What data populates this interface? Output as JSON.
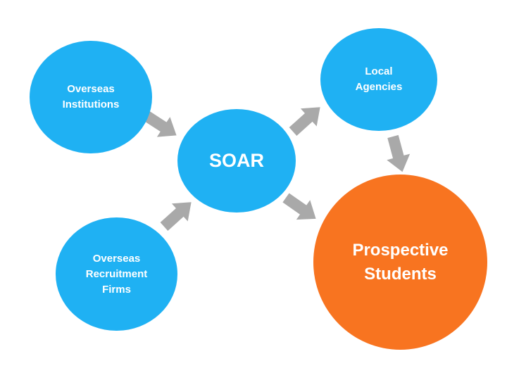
{
  "diagram": {
    "colors": {
      "node_blue": "#1fb1f3",
      "node_orange": "#f87420",
      "arrow": "#a9a9a9"
    },
    "nodes": {
      "overseas_institutions": "Overseas\nInstitutions",
      "soar": "SOAR",
      "local_agencies": "Local\nAgencies",
      "overseas_recruitment_firms": "Overseas\nRecruitment\nFirms",
      "prospective_students": "Prospective\nStudents"
    },
    "edges": [
      {
        "from": "Overseas Institutions",
        "to": "SOAR"
      },
      {
        "from": "Overseas Recruitment Firms",
        "to": "SOAR"
      },
      {
        "from": "SOAR",
        "to": "Local Agencies"
      },
      {
        "from": "SOAR",
        "to": "Prospective Students"
      },
      {
        "from": "Local Agencies",
        "to": "Prospective Students"
      }
    ]
  }
}
